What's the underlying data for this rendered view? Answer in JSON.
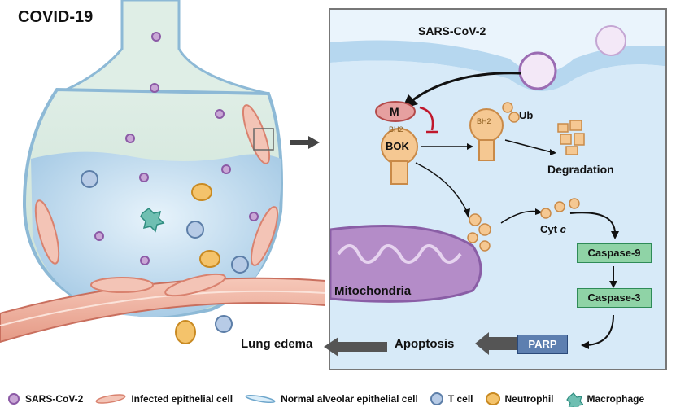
{
  "title": "COVID-19",
  "panel": {
    "virus_label": "SARS-CoV-2",
    "m_label": "M",
    "bh2_label": "BH2",
    "bok_label": "BOK",
    "ub_label": "Ub",
    "degradation_label": "Degradation",
    "cytc_label_main": "Cyt ",
    "cytc_label_italic": "c",
    "mito_label": "Mitochondria",
    "casp9_label": "Caspase-9",
    "casp3_label": "Caspase-3",
    "parp_label": "PARP",
    "apoptosis_label": "Apoptosis",
    "lung_edema_label": "Lung edema"
  },
  "legend": [
    {
      "icon": "sars-cov-2-icon",
      "label": "SARS-CoV-2"
    },
    {
      "icon": "infected-epithelial-cell-icon",
      "label": "Infected epithelial cell"
    },
    {
      "icon": "normal-alveolar-epithelial-cell-icon",
      "label": "Normal alveolar epithelial cell"
    },
    {
      "icon": "t-cell-icon",
      "label": "T cell"
    },
    {
      "icon": "neutrophil-icon",
      "label": "Neutrophil"
    },
    {
      "icon": "macrophage-icon",
      "label": "Macrophage"
    }
  ],
  "colors": {
    "caspase_fill": "#8fd3a6",
    "parp_fill": "#5d7fb0",
    "inhibit_red": "#c0182c",
    "membrane_blue": "#d7eaf8",
    "mito_purple": "#b48cc8"
  }
}
